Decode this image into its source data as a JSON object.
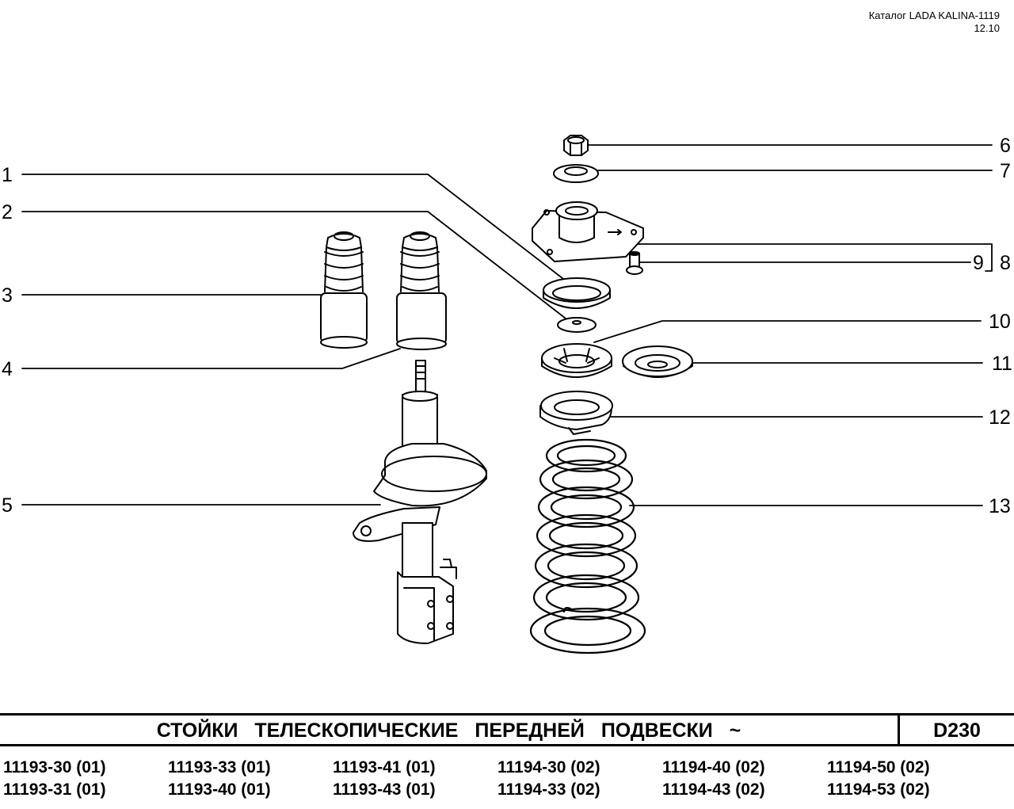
{
  "header": {
    "catalog": "Каталог LADA KALINA-1119",
    "date": "12.10"
  },
  "callouts": [
    "1",
    "2",
    "3",
    "4",
    "5",
    "6",
    "7",
    "8",
    "9",
    "10",
    "11",
    "12",
    "13"
  ],
  "title": "СТОЙКИ ТЕЛЕСКОПИЧЕСКИЕ ПЕРЕДНЕЙ ПОДВЕСКИ ~",
  "section_code": "D230",
  "models": [
    "11193-30 (01)",
    "11193-33 (01)",
    "11193-41 (01)",
    "11194-30 (02)",
    "11194-40 (02)",
    "11194-50 (02)",
    "11193-31 (01)",
    "11193-40 (01)",
    "11193-43 (01)",
    "11194-33 (02)",
    "11194-43 (02)",
    "11194-53 (02)"
  ]
}
